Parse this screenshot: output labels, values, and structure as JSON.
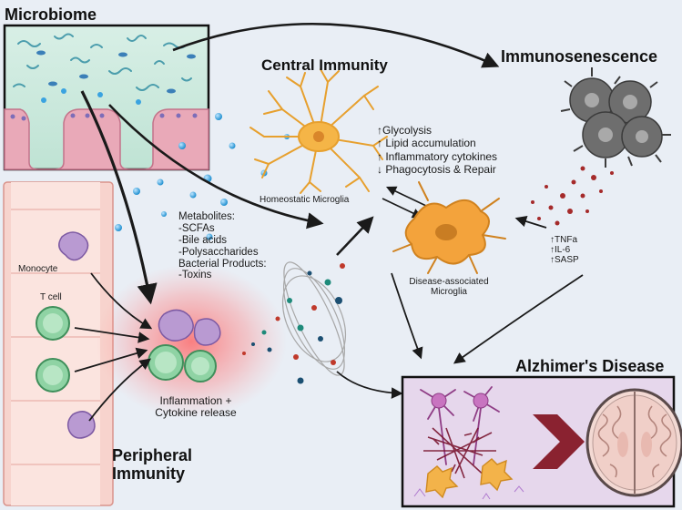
{
  "titles": {
    "microbiome": "Microbiome",
    "central_immunity": "Central Immunity",
    "immunosenescence": "Immunosenescence",
    "peripheral_immunity": [
      "Peripheral",
      "Immunity"
    ],
    "alzheimers": "Alzhimer's Disease"
  },
  "labels": {
    "homeostatic_microglia": "Homeostatic Microglia",
    "disease_associated_microglia": [
      "Disease-associated",
      "Microglia"
    ],
    "monocyte": "Monocyte",
    "t_cell": "T cell",
    "inflammation": [
      "Inflammation +",
      "Cytokine release"
    ]
  },
  "microglia_changes": [
    "↑Glycolysis",
    "↑ Lipid accumulation",
    "↑ Inflammatory cytokines",
    "↓ Phagocytosis & Repair"
  ],
  "sasp_factors": [
    "↑TNFa",
    "↑IL-6",
    "↑SASP"
  ],
  "metabolites": [
    "Metabolites:",
    "-SCFAs",
    "-Bile acids",
    "-Polysaccharides",
    "Bacterial Products:",
    "-Toxins"
  ],
  "colors": {
    "background": "#e9eef5",
    "gut_fill": "#cfe9df",
    "vessel": "#f6c9c4",
    "microglia_homeostatic": "#f5b547",
    "microglia_disease": "#f3a33c",
    "t_cell": "#8fd3a4",
    "monocyte": "#b99ad2",
    "inflammation_glow": "#ff6b6b",
    "senescent_cell": "#7b7b7b",
    "brain_box": "#e6d7ec",
    "arrow": "#1a1a1a"
  }
}
